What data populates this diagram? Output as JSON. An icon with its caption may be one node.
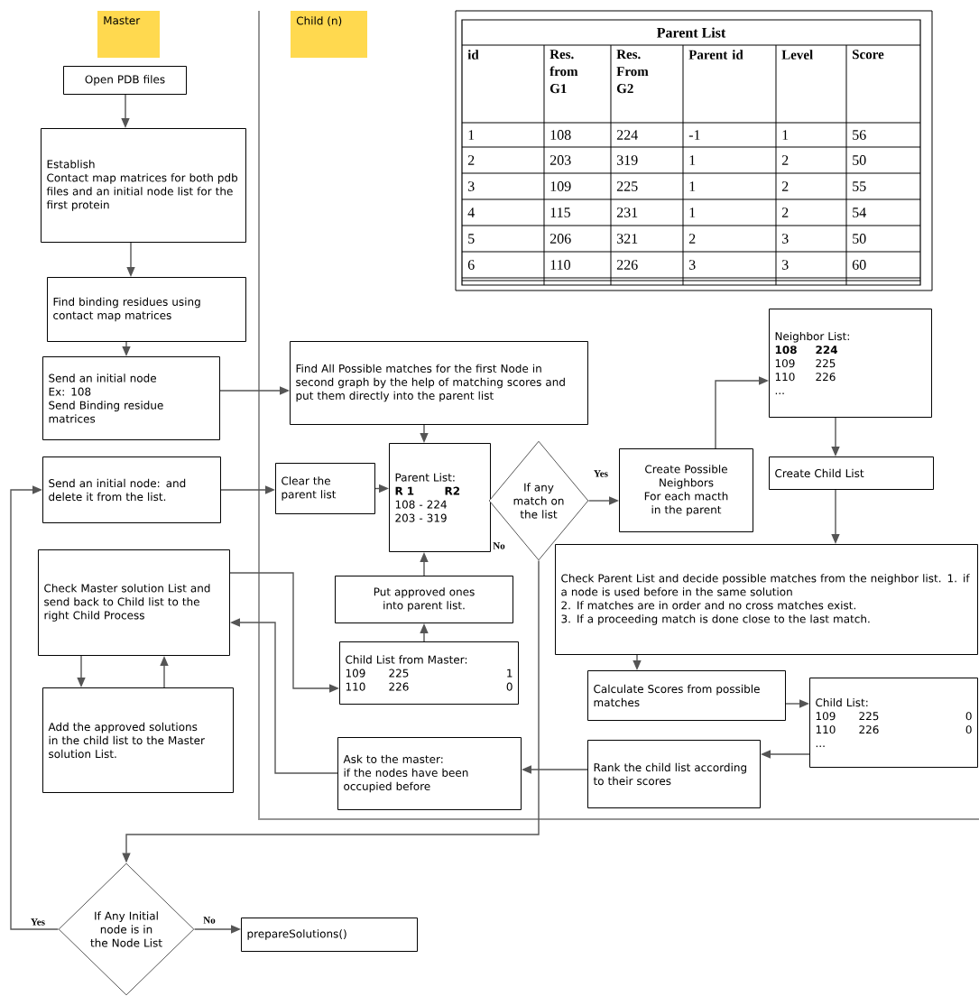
{
  "diagram": {
    "nodes": [
      {
        "text": [
          "Master"
        ]
      },
      {
        "text": [
          "Child (n)"
        ]
      },
      {
        "text": [
          "Open PDB files"
        ]
      },
      {
        "text": [
          "Establish",
          "Contact map matrices for both pdb files and an initial node list for the first protein"
        ]
      },
      {
        "text": [
          "Find binding residues using contact map matrices"
        ]
      },
      {
        "text": [
          "Send an initial node",
          "Ex: 108",
          "Send Binding residue matrices"
        ]
      },
      {
        "text": [
          "Find All Possible matches for the first Node in second graph by the help of matching scores and put them directly into the parent list"
        ]
      },
      {
        "text": [
          "Send an initial node: and delete it from the list."
        ]
      },
      {
        "text": [
          "Clear the parent list"
        ]
      },
      {
        "text": [
          "Parent List:",
          "R 1",
          "R2",
          "108 - 224",
          "203 - 319"
        ]
      },
      {
        "text": [
          "If any match on the list"
        ]
      },
      {
        "text": [
          "Create Possible Neighbors",
          "For each macth in the parent"
        ]
      },
      {
        "text": [
          "Neighbor List:",
          "108",
          "224",
          "109",
          "225",
          "110",
          "226",
          "..."
        ]
      },
      {
        "text": [
          "Create Child List"
        ]
      },
      {
        "text": [
          "Check Parent List and decide possible matches from the neighbor list. 1. if a node is used before in the same solution",
          "2. If matches are in order and no cross matches exist.",
          "3. If a proceeding match is done close to the last match."
        ]
      },
      {
        "text": [
          "Calculate Scores from possible matches"
        ]
      },
      {
        "text": [
          "Child List:",
          "109",
          "225",
          "0",
          "110",
          "226",
          "0",
          "..."
        ]
      },
      {
        "text": [
          "Rank the child list according to their scores"
        ]
      },
      {
        "text": [
          "Ask to the master:",
          "if the nodes have been occupied before"
        ]
      },
      {
        "text": [
          "Child List from Master:",
          "109",
          "225",
          "1",
          "110",
          "226",
          "0"
        ]
      },
      {
        "text": [
          "Put approved ones into parent list."
        ]
      },
      {
        "text": [
          "Check Master solution List and send back to Child list to the right Child Process"
        ]
      },
      {
        "text": [
          "Add the approved solutions in the child list to the Master solution List."
        ]
      },
      {
        "text": [
          "If Any Initial node is in the Node List"
        ]
      },
      {
        "text": [
          "prepareSolutions()"
        ]
      }
    ],
    "edges": [
      {
        "from": 2,
        "to": 3,
        "arrow": "to"
      },
      {
        "from": 3,
        "to": 4,
        "arrow": "to"
      },
      {
        "from": 4,
        "to": 5,
        "arrow": "to"
      },
      {
        "from": 5,
        "to": 6,
        "arrow": "to"
      },
      {
        "from": 6,
        "to": 9,
        "arrow": "to"
      },
      {
        "from": 7,
        "to": 8,
        "arrow": "to"
      },
      {
        "from": 8,
        "to": 9,
        "arrow": "to"
      },
      {
        "from": 10,
        "to": 11,
        "arrow": "to",
        "label": "Yes"
      },
      {
        "from": 11,
        "to": 12,
        "arrow": "to"
      },
      {
        "from": 12,
        "to": 13,
        "arrow": "to"
      },
      {
        "from": 13,
        "to": 14,
        "arrow": "to"
      },
      {
        "from": 14,
        "to": 15,
        "arrow": "to"
      },
      {
        "from": 15,
        "to": 16,
        "arrow": "to"
      },
      {
        "from": 16,
        "to": 17,
        "arrow": "to"
      },
      {
        "from": 17,
        "to": 18,
        "arrow": "to"
      },
      {
        "from": 18,
        "to": 21,
        "arrow": "to"
      },
      {
        "from": 21,
        "to": 19,
        "arrow": "to"
      },
      {
        "from": 19,
        "to": 20,
        "arrow": "to"
      },
      {
        "from": 20,
        "to": 9,
        "arrow": "to"
      },
      {
        "from": 21,
        "to": 22,
        "arrow": "to"
      },
      {
        "from": 22,
        "to": 21,
        "arrow": "to"
      },
      {
        "from": 10,
        "to": 23,
        "arrow": "to",
        "label": "No"
      },
      {
        "from": 23,
        "to": 24,
        "arrow": "to",
        "label": "No"
      },
      {
        "from": 23,
        "to": 7,
        "arrow": "to",
        "label": "Yes"
      }
    ],
    "labels": [
      "Parent List",
      "id",
      "Res. from G1",
      "Res. From G2",
      "Parent id",
      "Level",
      "Score",
      "1",
      "108",
      "224",
      "-1",
      "1",
      "56",
      "2",
      "203",
      "319",
      "1",
      "2",
      "50",
      "3",
      "109",
      "225",
      "1",
      "2",
      "55",
      "4",
      "115",
      "231",
      "1",
      "2",
      "54",
      "5",
      "206",
      "321",
      "2",
      "3",
      "50",
      "6",
      "110",
      "226",
      "3",
      "3",
      "60"
    ]
  }
}
